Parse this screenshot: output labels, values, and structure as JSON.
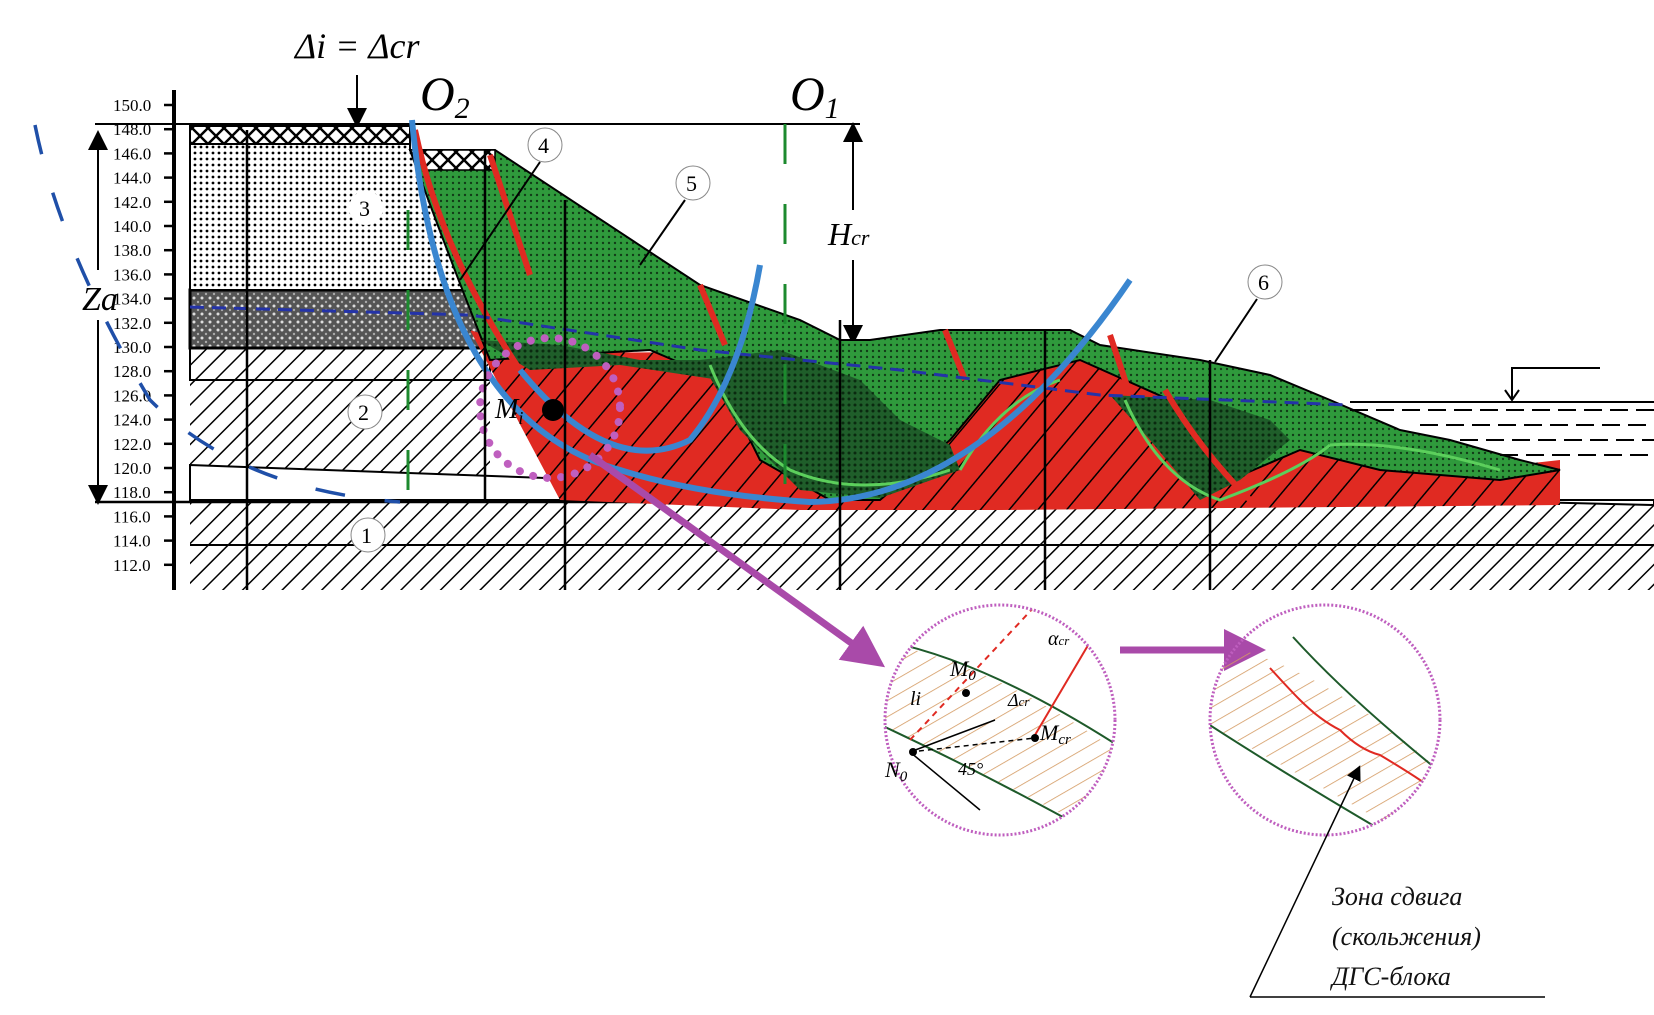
{
  "figure": {
    "title_formula": "Δi = Δcr",
    "labels": {
      "o2": "O",
      "o2_sub": "2",
      "o1": "O",
      "o1_sub": "1",
      "hcr": "H",
      "hcr_sub": "cr",
      "za": "Za",
      "mi": "M",
      "mi_sub": "i"
    },
    "elevation_axis": {
      "ticks": [
        "150.0",
        "148.0",
        "146.0",
        "144.0",
        "142.0",
        "140.0",
        "138.0",
        "136.0",
        "134.0",
        "132.0",
        "130.0",
        "128.0",
        "126.0",
        "124.0",
        "122.0",
        "120.0",
        "118.0",
        "116.0",
        "114.0",
        "112.0"
      ]
    },
    "layer_markers": [
      "1",
      "2",
      "3",
      "4",
      "5",
      "6"
    ],
    "detail_left": {
      "m0": "M",
      "m0_sub": "0",
      "n0": "N",
      "n0_sub": "0",
      "mcr": "M",
      "mcr_sub": "cr",
      "li": "li",
      "alpha": "α",
      "alpha_sub": "cr",
      "delta": "Δ",
      "delta_sub": "cr",
      "angle": "45°"
    },
    "detail_right": {
      "caption_lines": [
        "Зона сдвига",
        "(скольжения)",
        "ДГС-блока"
      ]
    },
    "colors": {
      "slip_arc": "#3a86d0",
      "landslide_green": "#2f9a3c",
      "landslide_dark": "#1f5e2a",
      "failed_red": "#e02a22",
      "groundwater": "#2433a8",
      "callout": "#a94aa9",
      "detail_hatch": "#d49a62",
      "detail_boundary": "#1e5a2a"
    }
  }
}
